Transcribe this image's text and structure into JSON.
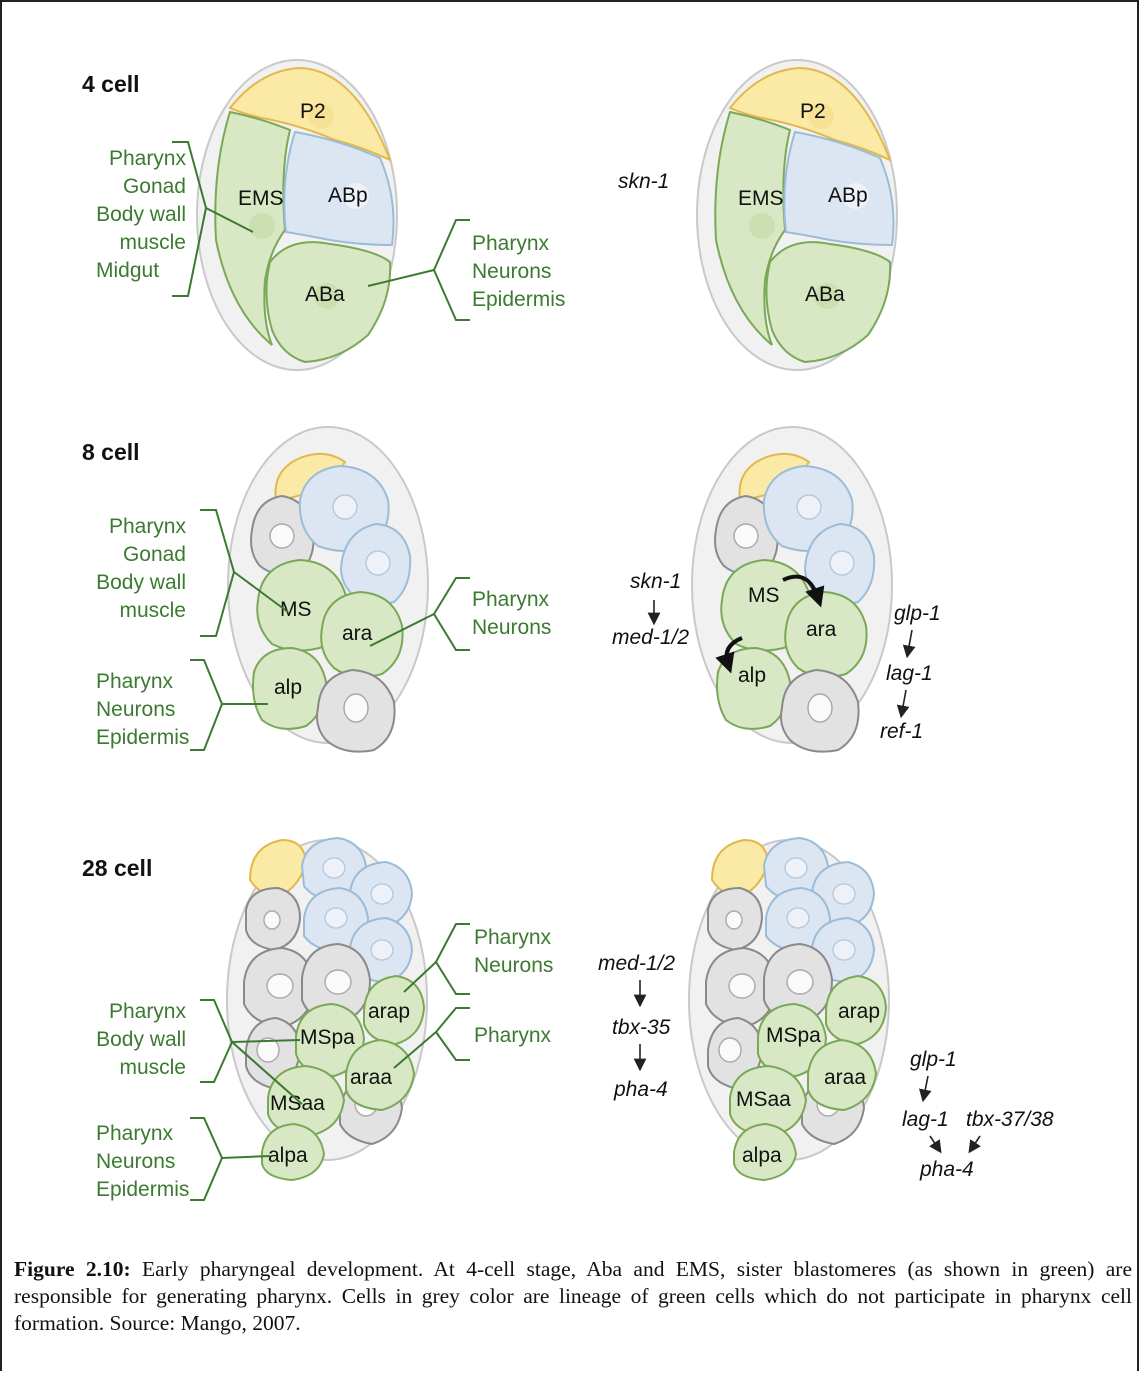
{
  "stages": {
    "four": "4 cell",
    "eight": "8 cell",
    "twentyeight": "28 cell"
  },
  "fates": {
    "ems4": [
      "Pharynx",
      "Gonad",
      "Body wall",
      "muscle",
      "Midgut"
    ],
    "aba4": [
      "Pharynx",
      "Neurons",
      "Epidermis"
    ],
    "ms8": [
      "Pharynx",
      "Gonad",
      "Body wall",
      "muscle"
    ],
    "ara8": [
      "Pharynx",
      "Neurons"
    ],
    "alp8": [
      "Pharynx",
      "Neurons",
      "Epidermis"
    ],
    "arap28": [
      "Pharynx",
      "Neurons"
    ],
    "araa28": [
      "Pharynx"
    ],
    "ms28": [
      "Pharynx",
      "Body wall",
      "muscle"
    ],
    "alpa28": [
      "Pharynx",
      "Neurons",
      "Epidermis"
    ]
  },
  "cells": {
    "p2": "P2",
    "ems": "EMS",
    "abp": "ABp",
    "aba": "ABa",
    "ms": "MS",
    "ara": "ara",
    "alp": "alp",
    "arap": "arap",
    "mspa": "MSpa",
    "araa": "araa",
    "msaa": "MSaa",
    "alpa": "alpa"
  },
  "genes": {
    "skn1_4": "skn-1",
    "skn1_8": "skn-1",
    "med12_8": "med-1/2",
    "glp1_8": "glp-1",
    "lag1_8": "lag-1",
    "ref1_8": "ref-1",
    "med12_28": "med-1/2",
    "tbx35_28": "tbx-35",
    "pha4_28a": "pha-4",
    "glp1_28": "glp-1",
    "lag1_28": "lag-1",
    "tbx3738_28": "tbx-37/38",
    "pha4_28b": "pha-4"
  },
  "colors": {
    "green_fill": "#d9e8c4",
    "green_stroke": "#7aa856",
    "green_text": "#3c7a32",
    "yellow_fill": "#fbe9a6",
    "yellow_stroke": "#e3b84a",
    "blue_fill": "#dce6f2",
    "blue_stroke": "#9bbcd8",
    "grey_fill": "#e2e2e2",
    "grey_stroke": "#8a8a8a",
    "embryo_fill": "#f1f1f1",
    "embryo_stroke": "#c9c9c9"
  },
  "caption": {
    "label": "Figure 2.10:",
    "text": " Early pharyngeal development. At 4-cell stage, Aba and EMS, sister blastomeres (as shown in green) are responsible for generating pharynx. Cells in grey color are lineage of green cells which do not participate in pharynx cell formation. Source: Mango, 2007."
  }
}
